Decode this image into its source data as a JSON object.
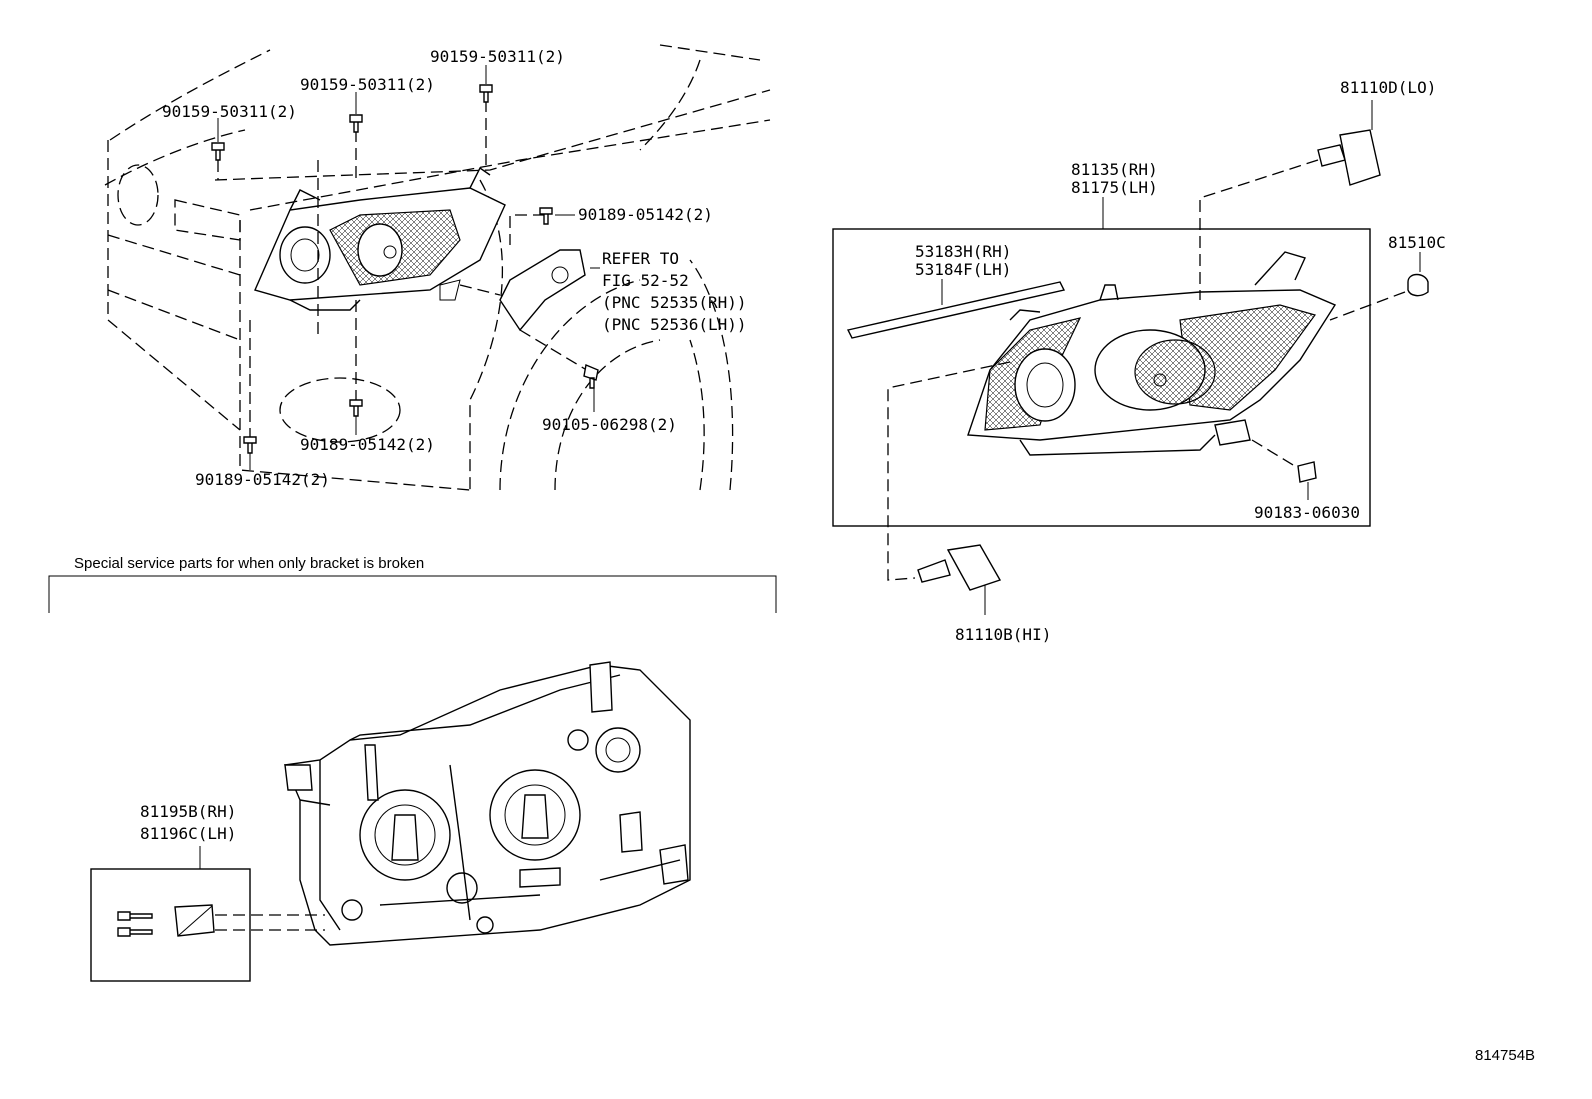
{
  "diagram_id": "814754B",
  "service_note": "Special service parts for when only bracket is broken",
  "labels": {
    "bolt_top_1": "90159-50311(2)",
    "bolt_top_2": "90159-50311(2)",
    "bolt_top_3": "90159-50311(2)",
    "screw_right": "90189-05142(2)",
    "refer_1": "REFER TO",
    "refer_2": "FIG 52-52",
    "refer_3": "(PNC 52535(RH))",
    "refer_4": "(PNC 52536(LH))",
    "screw_bottom_center": "90189-05142(2)",
    "screw_bottom_left": "90189-05142(2)",
    "bolt_bracket": "90105-06298(2)",
    "headlamp_rh": "81135(RH)",
    "headlamp_lh": "81175(LH)",
    "molding_rh": "53183H(RH)",
    "molding_lh": "53184F(LH)",
    "bulb_lo": "81110D(LO)",
    "side_bulb": "81510C",
    "nut": "90183-06030",
    "bulb_hi": "81110B(HI)",
    "bracket_rh": "81195B(RH)",
    "bracket_lh": "81196C(LH)"
  }
}
